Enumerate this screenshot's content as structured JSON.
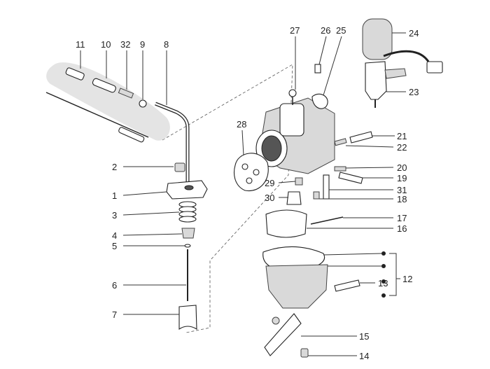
{
  "diagram": {
    "labels": {
      "p1": "1",
      "p2": "2",
      "p3": "3",
      "p4": "4",
      "p5": "5",
      "p6": "6",
      "p7": "7",
      "p8": "8",
      "p9": "9",
      "p10": "10",
      "p11": "11",
      "p12": "12",
      "p13": "13",
      "p14": "14",
      "p15": "15",
      "p16": "16",
      "p17": "17",
      "p18": "18",
      "p19": "19",
      "p20": "20",
      "p21": "21",
      "p22": "22",
      "p23": "23",
      "p24": "24",
      "p25": "25",
      "p26": "26",
      "p27": "27",
      "p28": "28",
      "p29": "29",
      "p30": "30",
      "p31": "31",
      "p32": "32"
    }
  }
}
